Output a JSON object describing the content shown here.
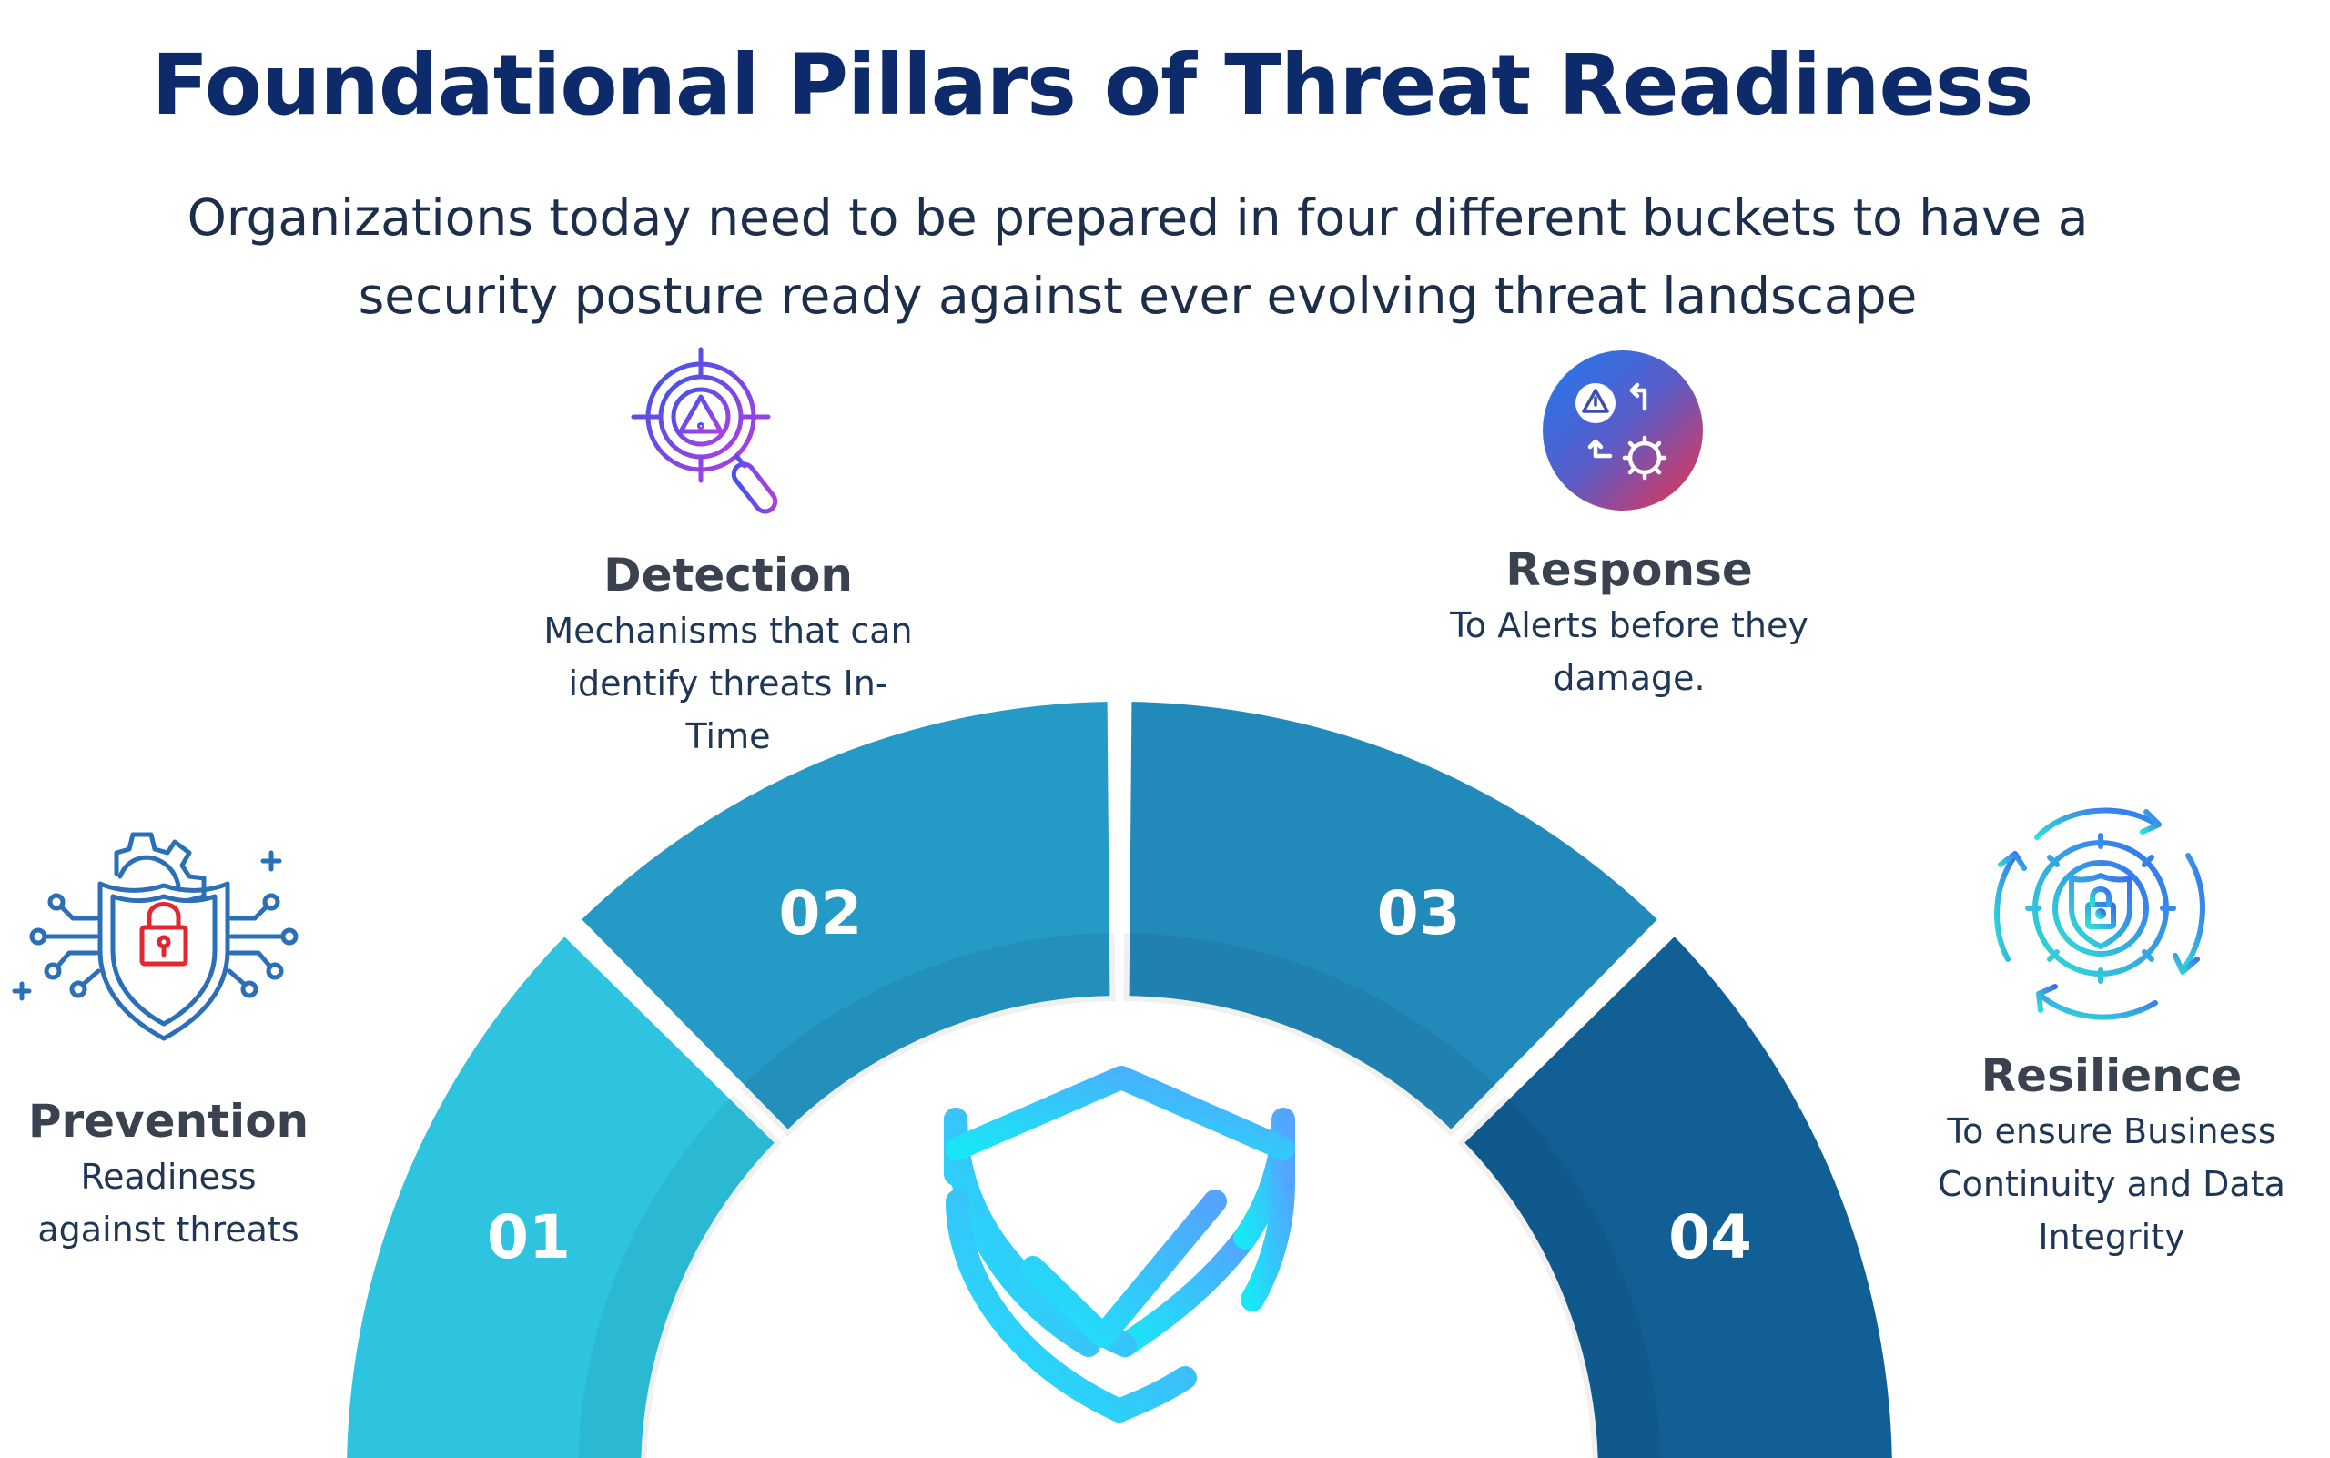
{
  "title": "Foundational Pillars of Threat Readiness",
  "subtitle": "Organizations today need to be prepared in four different buckets to have a security posture ready against ever evolving threat landscape",
  "colors": {
    "title": "#0d2a6b",
    "subtitle": "#1c2e4a",
    "pillar_name": "#3a4250",
    "pillar_desc": "#1f3655",
    "segment_1": "#2ec4e0",
    "segment_2": "#259ac6",
    "segment_3": "#228abb",
    "segment_4": "#125f95"
  },
  "pillars": [
    {
      "number": "01",
      "name": "Prevention",
      "desc_lines": [
        "Readiness",
        "against threats"
      ],
      "icon": "shield-lock-circuit-icon"
    },
    {
      "number": "02",
      "name": "Detection",
      "desc_lines": [
        "Mechanisms that can",
        "identify threats In-",
        "Time"
      ],
      "icon": "target-warning-magnifier-icon"
    },
    {
      "number": "03",
      "name": "Response",
      "desc_lines": [
        "To Alerts before they",
        "damage."
      ],
      "icon": "alert-response-gear-icon"
    },
    {
      "number": "04",
      "name": "Resilience",
      "desc_lines": [
        "To ensure Business",
        "Continuity and Data",
        "Integrity"
      ],
      "icon": "gear-lock-cycle-icon"
    }
  ],
  "center_icon": "shield-check-icon"
}
